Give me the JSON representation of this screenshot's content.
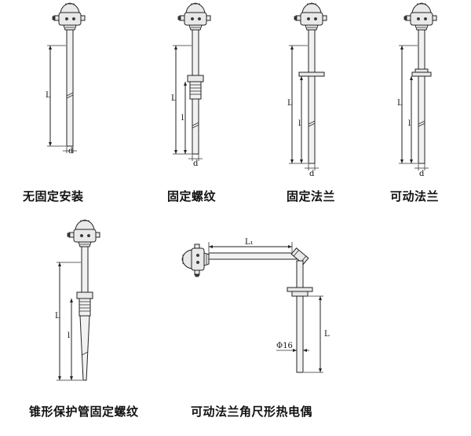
{
  "captions": {
    "no_fixture": "无固定安装",
    "fixed_thread": "固定螺纹",
    "fixed_flange": "固定法兰",
    "movable_flange": "可动法兰",
    "cone_tube_thread": "锥形保护管固定螺纹",
    "movable_flange_angle": "可动法兰角尺形热电偶"
  },
  "dims": {
    "L": "L",
    "l": "l",
    "d": "d",
    "L1": "L₁",
    "phi16": "Φ16"
  }
}
